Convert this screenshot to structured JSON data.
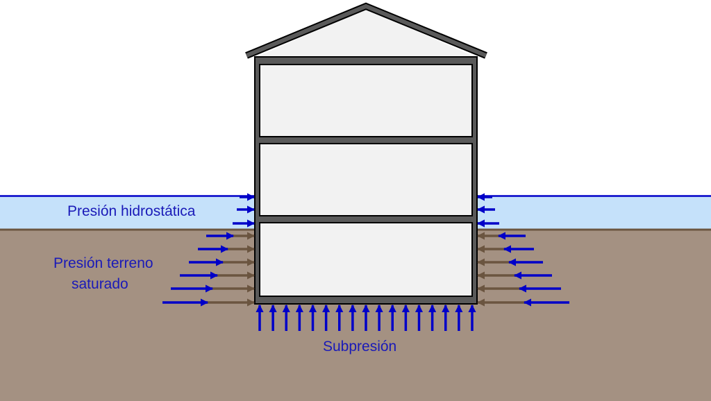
{
  "labels": {
    "hydrostatic": "Presión hidrostática",
    "soil_line1": "Presión terreno",
    "soil_line2": "saturado",
    "uplift": "Subpresión"
  },
  "colors": {
    "water": "#c5e1fa",
    "water_line": "#0000c8",
    "soil": "#a49182",
    "soil_line": "#6b5540",
    "arrow_blue": "#0000c8",
    "arrow_brown": "#6b5540",
    "wall": "#5a5a5a",
    "room": "#f2f2f2"
  },
  "building": {
    "floors": 3
  }
}
